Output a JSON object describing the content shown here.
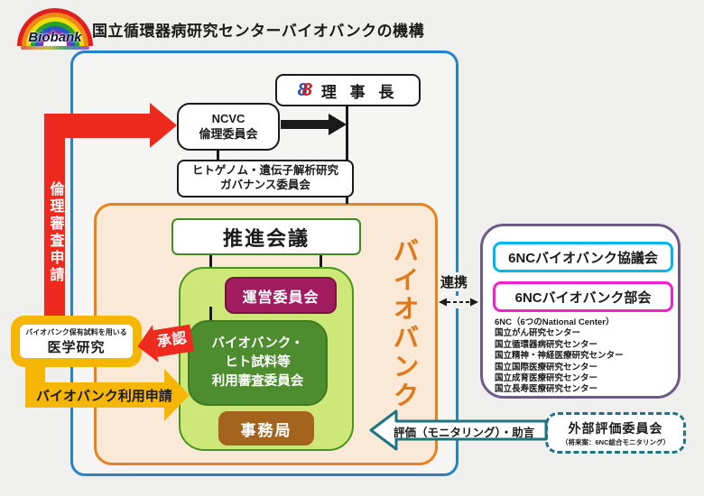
{
  "title": "国立循環器病研究センターバイオバンクの機構",
  "logo": {
    "name": "Biobank"
  },
  "president": {
    "label": "理 事 長",
    "logo_glyph_left": "8",
    "logo_glyph_right": "8"
  },
  "ncvc_ethics": {
    "line1": "NCVC",
    "line2": "倫理委員会"
  },
  "genome_committee": {
    "line1": "ヒトゲノム・遺伝子解析研究",
    "line2": "ガバナンス委員会"
  },
  "biobank": {
    "vertical_label": "バイオバンク",
    "promotion_council": "推進会議",
    "steering_committee": "運営委員会",
    "review_committee": {
      "line1": "バイオバンク・",
      "line2": "ヒト試料等",
      "line3": "利用審査委員会"
    },
    "secretariat": "事務局"
  },
  "left_flow": {
    "ethics_application": "倫理審査申請",
    "medical_research": {
      "small": "バイオバンク保有試料を用いる",
      "main": "医学研究"
    },
    "approval": "承認",
    "usage_application": "バイオバンク利用申請"
  },
  "right_flow": {
    "collaboration": "連携",
    "council": "6NCバイオバンク協議会",
    "subcommittee": "6NCバイオバンク部会",
    "nc_list": [
      "6NC（6つのNational Center）",
      "国立がん研究センター",
      "国立循環器病研究センター",
      "国立精神・神経医療研究センター",
      "国立国際医療研究センター",
      "国立成育医療研究センター",
      "国立長寿医療研究センター"
    ],
    "external_committee": {
      "title": "外部評価委員会",
      "subtitle": "（将来案：6NC総合モニタリング）"
    },
    "evaluation": "評価（モニタリング）・助言"
  },
  "colors": {
    "blue_frame": "#2882C8",
    "orange_frame": "#E8821E",
    "orange_text": "#E07818",
    "red_arrow": "#EE2A1E",
    "yellow_arrow": "#F6B606",
    "green_border": "#48941E",
    "light_green_fill": "#CDE878",
    "dark_green_fill": "#4E8C30",
    "magenta_fill": "#A01C5E",
    "brown_fill": "#A5641E",
    "purple_frame": "#6E5A87",
    "cyan_border": "#00B8F0",
    "pink_border": "#F520C8",
    "teal": "#1E7484"
  }
}
